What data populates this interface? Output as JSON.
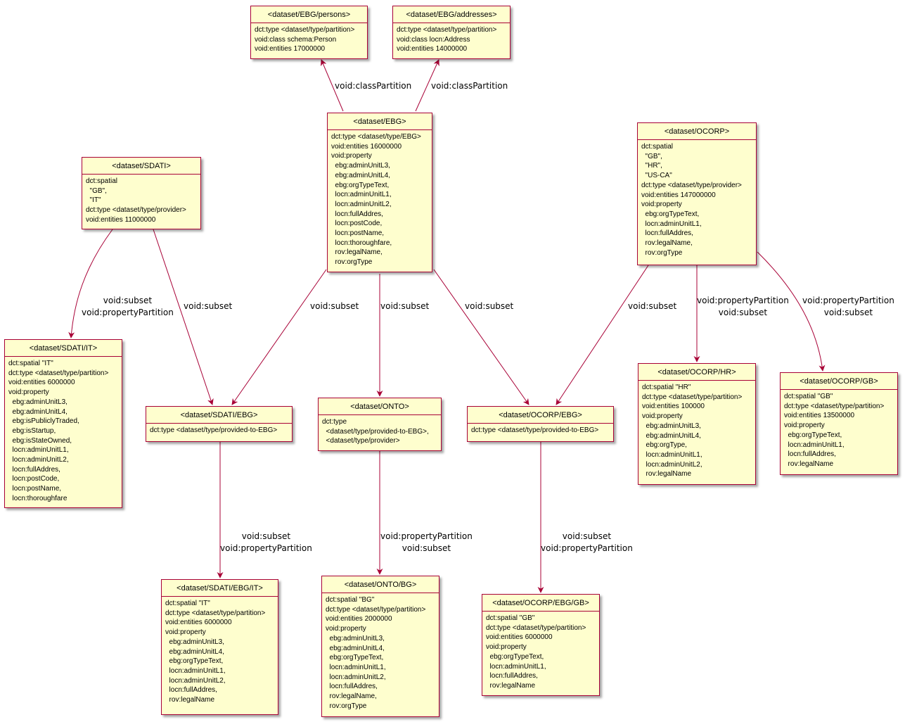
{
  "diagram": {
    "colors": {
      "node_fill": "#FEFECE",
      "node_border": "#A80036",
      "edge": "#A80036"
    },
    "nodes": {
      "ebg_persons": {
        "title": "<dataset/EBG/persons>",
        "body": "dct:type <dataset/type/partition>\nvoid:class schema:Person\nvoid:entities 17000000"
      },
      "ebg_addresses": {
        "title": "<dataset/EBG/addresses>",
        "body": "dct:type <dataset/type/partition>\nvoid:class locn:Address\nvoid:entities 14000000"
      },
      "ebg": {
        "title": "<dataset/EBG>",
        "body": "dct:type <dataset/type/EBG>\nvoid:entities 16000000\nvoid:property\n  ebg:adminUnitL3,\n  ebg:adminUnitL4,\n  ebg:orgTypeText,\n  locn:adminUnitL1,\n  locn:adminUnitL2,\n  locn:fullAddres,\n  locn:postCode,\n  locn:postName,\n  locn:thoroughfare,\n  rov:legalName,\n  rov:orgType"
      },
      "sdati": {
        "title": "<dataset/SDATI>",
        "body": "dct:spatial\n  \"GB\",\n  \"IT\"\ndct:type <dataset/type/provider>\nvoid:entities 11000000"
      },
      "ocorp": {
        "title": "<dataset/OCORP>",
        "body": "dct:spatial\n  \"GB\",\n  \"HR\",\n  \"US-CA\"\ndct:type <dataset/type/provider>\nvoid:entities 147000000\nvoid:property\n  ebg:orgTypeText,\n  locn:adminUnitL1,\n  locn:fullAddres,\n  rov:legalName,\n  rov:orgType"
      },
      "sdati_it": {
        "title": "<dataset/SDATI/IT>",
        "body": "dct:spatial \"IT\"\ndct:type <dataset/type/partition>\nvoid:entities 6000000\nvoid:property\n  ebg:adminUnitL3,\n  ebg:adminUnitL4,\n  ebg:isPubliclyTraded,\n  ebg:isStartup,\n  ebg:isStateOwned,\n  locn:adminUnitL1,\n  locn:adminUnitL2,\n  locn:fullAddres,\n  locn:postCode,\n  locn:postName,\n  locn:thoroughfare"
      },
      "sdati_ebg": {
        "title": "<dataset/SDATI/EBG>",
        "body": "dct:type <dataset/type/provided-to-EBG>"
      },
      "onto": {
        "title": "<dataset/ONTO>",
        "body": "dct:type\n  <dataset/type/provided-to-EBG>,\n  <dataset/type/provider>"
      },
      "ocorp_ebg": {
        "title": "<dataset/OCORP/EBG>",
        "body": "dct:type <dataset/type/provided-to-EBG>"
      },
      "ocorp_hr": {
        "title": "<dataset/OCORP/HR>",
        "body": "dct:spatial \"HR\"\ndct:type <dataset/type/partition>\nvoid:entities 100000\nvoid:property\n  ebg:adminUnitL3,\n  ebg:adminUnitL4,\n  ebg:orgType,\n  locn:adminUnitL1,\n  locn:adminUnitL2,\n  rov:legalName"
      },
      "ocorp_gb": {
        "title": "<dataset/OCORP/GB>",
        "body": "dct:spatial \"GB\"\ndct:type <dataset/type/partition>\nvoid:entities 13500000\nvoid:property\n  ebg:orgTypeText,\n  locn:adminUnitL1,\n  locn:fullAddres,\n  rov:legalName"
      },
      "sdati_ebg_it": {
        "title": "<dataset/SDATI/EBG/IT>",
        "body": "dct:spatial \"IT\"\ndct:type <dataset/type/partition>\nvoid:entities 6000000\nvoid:property\n  ebg:adminUnitL3,\n  ebg:adminUnitL4,\n  ebg:orgTypeText,\n  locn:adminUnitL1,\n  locn:adminUnitL2,\n  locn:fullAddres,\n  rov:legalName"
      },
      "onto_bg": {
        "title": "<dataset/ONTO/BG>",
        "body": "dct:spatial \"BG\"\ndct:type <dataset/type/partition>\nvoid:entities 2000000\nvoid:property\n  ebg:adminUnitL3,\n  ebg:adminUnitL4,\n  ebg:orgTypeText,\n  locn:adminUnitL1,\n  locn:adminUnitL2,\n  locn:fullAddres,\n  rov:legalName,\n  rov:orgType"
      },
      "ocorp_ebg_gb": {
        "title": "<dataset/OCORP/EBG/GB>",
        "body": "dct:spatial \"GB\"\ndct:type <dataset/type/partition>\nvoid:entities 6000000\nvoid:property\n  ebg:orgTypeText,\n  locn:adminUnitL1,\n  locn:fullAddres,\n  rov:legalName"
      }
    },
    "edges": [
      {
        "from": "ebg",
        "to": "ebg_persons",
        "label": "void:classPartition"
      },
      {
        "from": "ebg",
        "to": "ebg_addresses",
        "label": "void:classPartition"
      },
      {
        "from": "sdati",
        "to": "sdati_it",
        "label": "void:subset\nvoid:propertyPartition"
      },
      {
        "from": "sdati",
        "to": "sdati_ebg",
        "label": "void:subset"
      },
      {
        "from": "ebg",
        "to": "sdati_ebg",
        "label": "void:subset"
      },
      {
        "from": "ebg",
        "to": "onto",
        "label": "void:subset"
      },
      {
        "from": "ebg",
        "to": "ocorp_ebg",
        "label": "void:subset"
      },
      {
        "from": "ocorp",
        "to": "ocorp_ebg",
        "label": "void:subset"
      },
      {
        "from": "ocorp",
        "to": "ocorp_hr",
        "label": "void:propertyPartition\nvoid:subset"
      },
      {
        "from": "ocorp",
        "to": "ocorp_gb",
        "label": "void:propertyPartition\nvoid:subset"
      },
      {
        "from": "sdati_ebg",
        "to": "sdati_ebg_it",
        "label": "void:subset\nvoid:propertyPartition"
      },
      {
        "from": "onto",
        "to": "onto_bg",
        "label": "void:propertyPartition\nvoid:subset"
      },
      {
        "from": "ocorp_ebg",
        "to": "ocorp_ebg_gb",
        "label": "void:subset\nvoid:propertyPartition"
      }
    ]
  }
}
